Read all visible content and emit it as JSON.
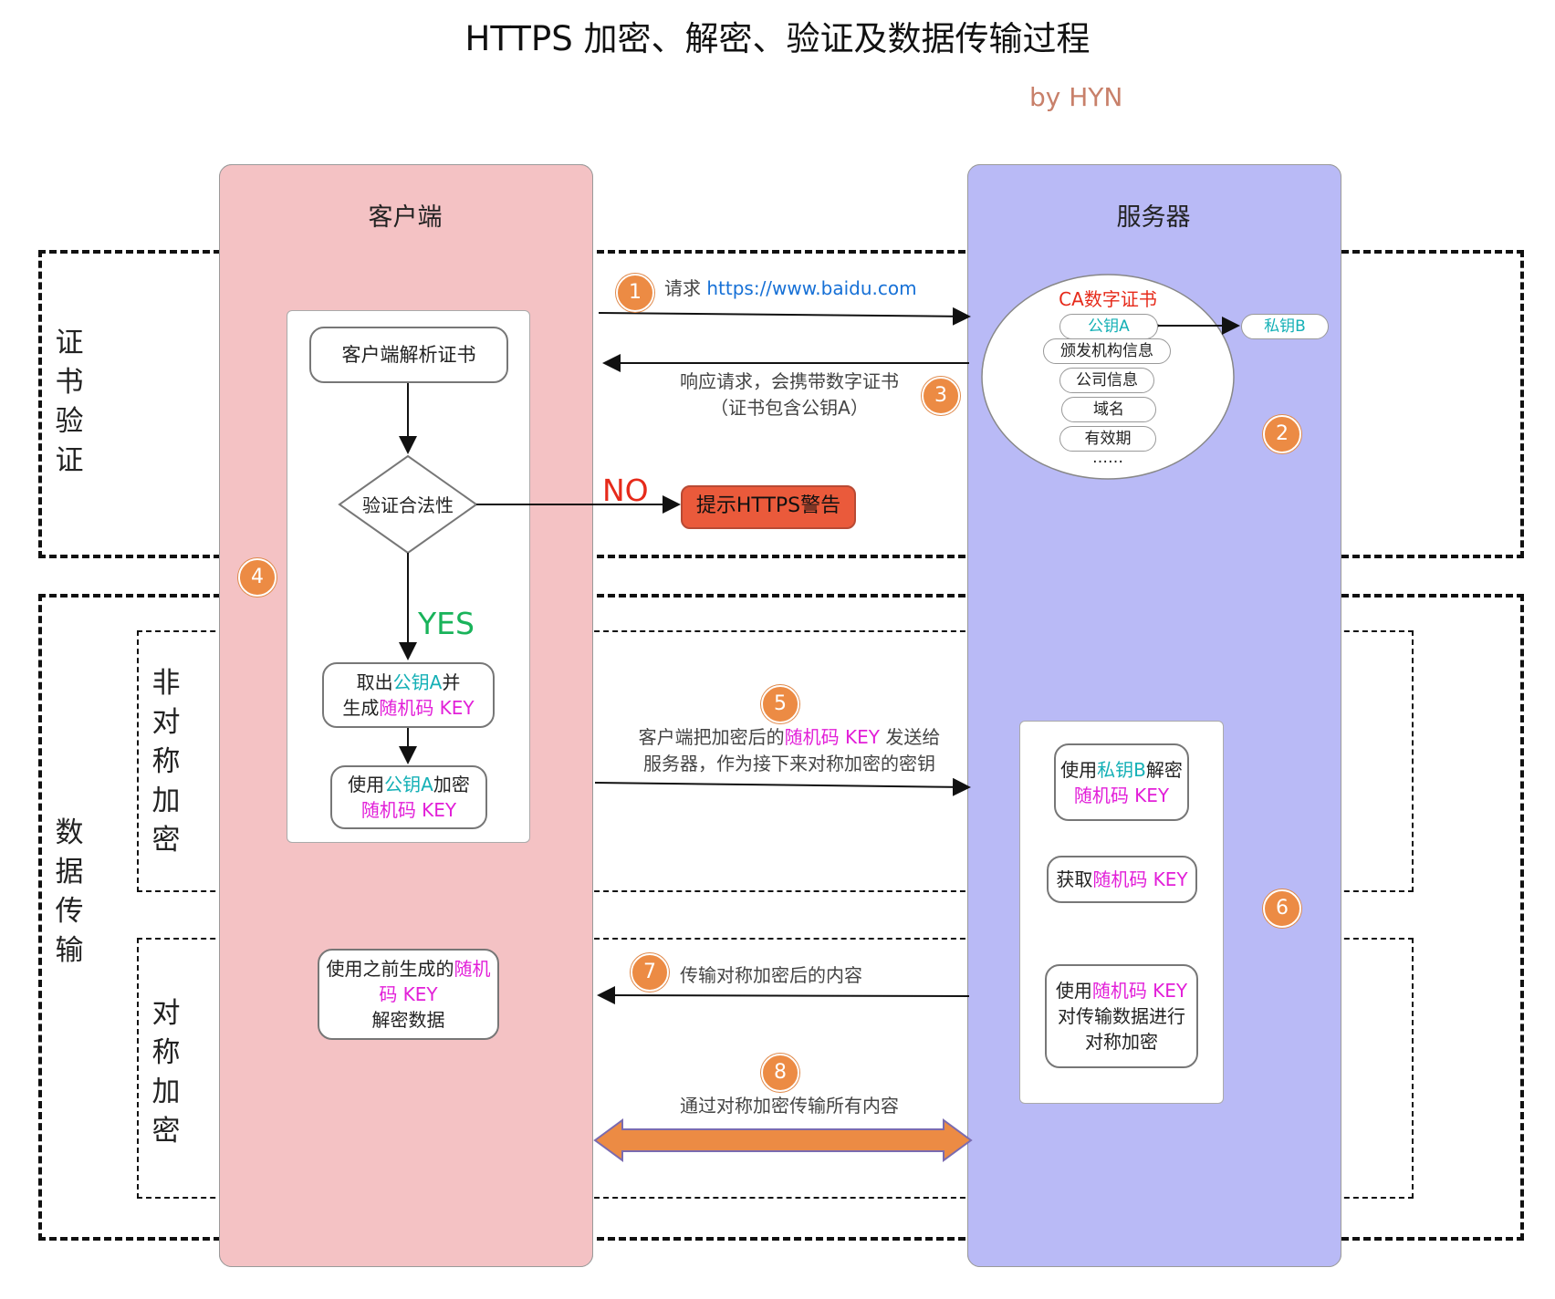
{
  "title": "HTTPS 加密、解密、验证及数据传输过程",
  "byline": "by HYN",
  "client": {
    "title": "客户端",
    "parse_cert": "客户端解析证书",
    "verify": "验证合法性",
    "take_key": {
      "p1": "取出",
      "p2": "公钥A",
      "p3": "并",
      "p4": "生成",
      "p5": "随机码 KEY"
    },
    "encrypt_key": {
      "p1": "使用",
      "p2": "公钥A",
      "p3": "加密",
      "p4": "随机码 KEY"
    },
    "decrypt_data": {
      "p1": "使用之前生成的",
      "p2": "随机码 KEY",
      "p3": "解密数据"
    }
  },
  "server": {
    "title": "服务器",
    "ca_title": "CA数字证书",
    "ca_items": [
      "公钥A",
      "颁发机构信息",
      "公司信息",
      "域名",
      "有效期",
      "……"
    ],
    "private_key": "私钥B",
    "decrypt_key": {
      "p1": "使用",
      "p2": "私钥B",
      "p3": "解密",
      "p4": "随机码 KEY"
    },
    "get_key": {
      "p1": "获取",
      "p2": "随机码 KEY"
    },
    "encrypt_data": {
      "p1": "使用",
      "p2": "随机码 KEY",
      "p3": "对传输数据进行",
      "p4": "对称加密"
    }
  },
  "sections": {
    "cert_verify": "证书验证",
    "data_transfer": "数据传输",
    "asymmetric": "非对称加密",
    "symmetric": "对称加密"
  },
  "steps": {
    "s1": "1",
    "s2": "2",
    "s3": "3",
    "s4": "4",
    "s5": "5",
    "s6": "6",
    "s7": "7",
    "s8": "8"
  },
  "messages": {
    "request_prefix": "请求 ",
    "request_url": "https://www.baidu.com",
    "response_line1": "响应请求，会携带数字证书",
    "response_line2": "（证书包含公钥A）",
    "send_key_p1": "客户端把加密后的",
    "send_key_p2": "随机码 KEY",
    "send_key_p3": " 发送给",
    "send_key_line2": "服务器，作为接下来对称加密的密钥",
    "transfer_encrypted": "传输对称加密后的内容",
    "all_symmetric": "通过对称加密传输所有内容"
  },
  "branch": {
    "no": "NO",
    "yes": "YES"
  },
  "warning": "提示HTTPS警告",
  "colors": {
    "client_lane": "#f4c2c4",
    "server_lane": "#b9baf6",
    "badge": "#ec8b44",
    "warning": "#ea5a3b",
    "teal": "#15b0b6",
    "magenta": "#e21fd8",
    "url": "#1670d6",
    "no": "#e62a1a",
    "yes": "#19b35a"
  }
}
